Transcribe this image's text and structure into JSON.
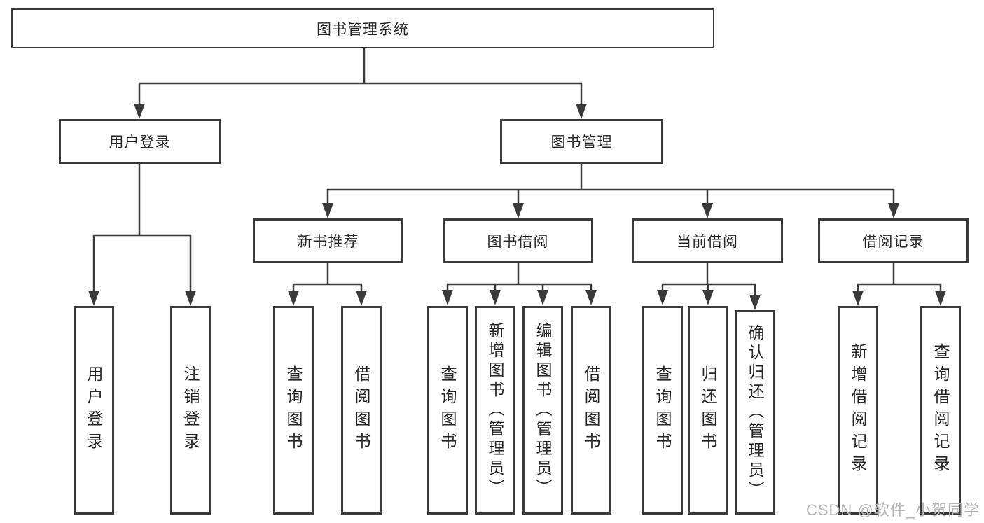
{
  "tree": {
    "label": "图书管理系统",
    "children": [
      {
        "label": "用户登录",
        "children": [
          {
            "label": "用户登录"
          },
          {
            "label": "注销登录"
          }
        ]
      },
      {
        "label": "图书管理",
        "children": [
          {
            "label": "新书推荐",
            "children": [
              {
                "label": "查询图书"
              },
              {
                "label": "借阅图书"
              }
            ]
          },
          {
            "label": "图书借阅",
            "children": [
              {
                "label": "查询图书"
              },
              {
                "label": "新增图书（管理员）"
              },
              {
                "label": "编辑图书（管理员）"
              },
              {
                "label": "借阅图书"
              }
            ]
          },
          {
            "label": "当前借阅",
            "children": [
              {
                "label": "查询图书"
              },
              {
                "label": "归还图书"
              },
              {
                "label": "确认归还（管理员）"
              }
            ]
          },
          {
            "label": "借阅记录",
            "children": [
              {
                "label": "新增借阅记录"
              },
              {
                "label": "查询借阅记录"
              }
            ]
          }
        ]
      }
    ]
  },
  "watermark": {
    "text": "CSDN @软件_小贺同学"
  },
  "colors": {
    "line": "#3a3a3a",
    "box_border": "#3a3a3a",
    "text": "#262626",
    "watermark": "#b5b5b5",
    "background": "#ffffff"
  }
}
